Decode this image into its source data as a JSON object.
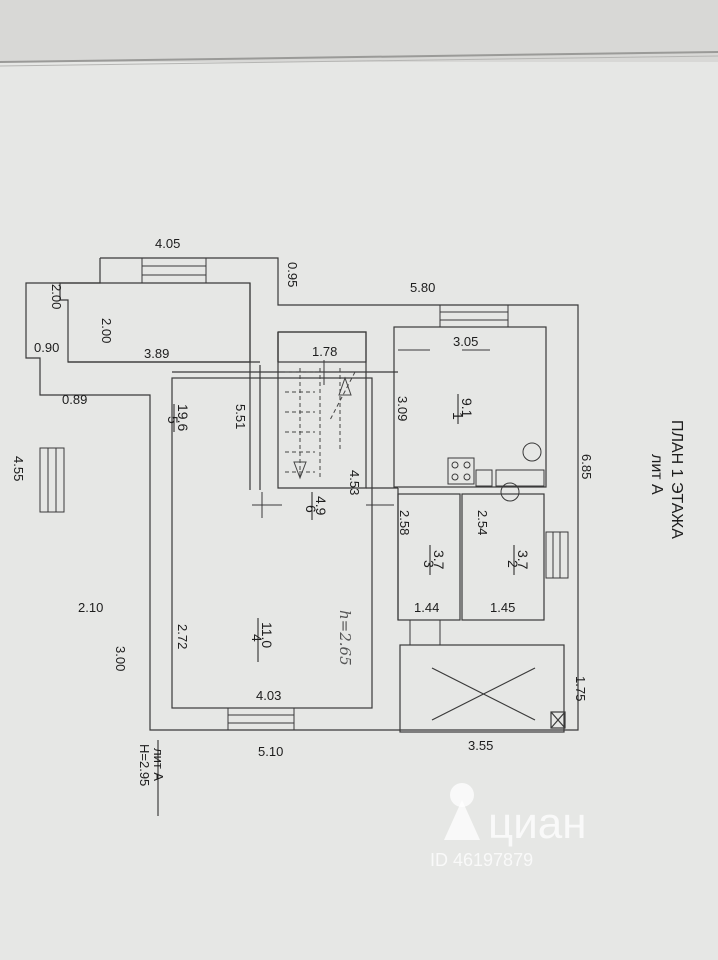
{
  "plan": {
    "title": "ПЛАН 1 ЭТАЖА",
    "subtitle": "лит А",
    "footer_lit": "лит А",
    "footer_height": "H=2.95",
    "ceiling_note": "h=2.65"
  },
  "rooms": [
    {
      "number": "1",
      "area": "9.1"
    },
    {
      "number": "2",
      "area": "3.7"
    },
    {
      "number": "3",
      "area": "3.7"
    },
    {
      "number": "4",
      "area": "11.0"
    },
    {
      "number": "5",
      "area": "19.6"
    },
    {
      "number": "6",
      "area": "4.9"
    }
  ],
  "dimensions": {
    "d_4_05": "4.05",
    "d_0_95": "0.95",
    "d_5_80": "5.80",
    "d_2_00_outer": "2.00",
    "d_2_00_inner": "2.00",
    "d_0_90": "0.90",
    "d_0_89": "0.89",
    "d_5_51": "5.51",
    "d_3_05": "3.05",
    "d_3_09": "3.09",
    "d_6_85": "6.85",
    "d_4_53": "4.53",
    "d_4_55": "4.55",
    "d_2_58": "2.58",
    "d_2_54": "2.54",
    "d_3_89": "3.89",
    "d_1_78": "1.78",
    "d_1_44": "1.44",
    "d_1_45": "1.45",
    "d_2_10": "2.10",
    "d_2_72": "2.72",
    "d_3_00": "3.00",
    "d_4_03": "4.03",
    "d_1_75": "1.75",
    "d_5_10": "5.10",
    "d_3_55": "3.55"
  },
  "watermark": {
    "brand": "циан",
    "id_text": "ID 46197879"
  },
  "colors": {
    "paper": "#e6e7e5",
    "line": "#3a3a3a",
    "text": "#1d1d1d",
    "watermark": "#ffffff"
  }
}
